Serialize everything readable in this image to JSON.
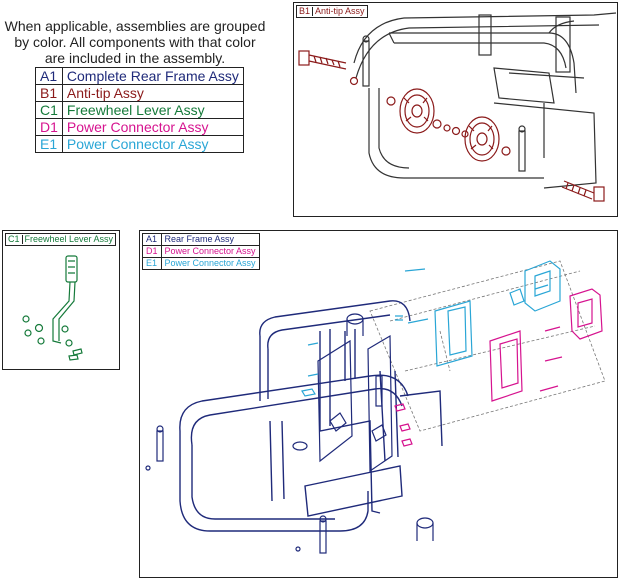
{
  "intro_lines": [
    "When applicable, assemblies are grouped",
    "by color. All components with that color",
    "are included in the assembly."
  ],
  "main_legend": [
    {
      "code": "A1",
      "label": "Complete Rear Frame Assy",
      "color": "#1f2a7a"
    },
    {
      "code": "B1",
      "label": "Anti-tip Assy",
      "color": "#8b1a1a"
    },
    {
      "code": "C1",
      "label": "Freewheel Lever Assy",
      "color": "#157a3a"
    },
    {
      "code": "D1",
      "label": "Power Connector Assy",
      "color": "#d6138f"
    },
    {
      "code": "E1",
      "label": "Power Connector Assy",
      "color": "#2aa6d6"
    }
  ],
  "panel_b": {
    "code": "B1",
    "label": "Anti-tip Assy",
    "color": "#8b1a1a"
  },
  "panel_c": {
    "code": "C1",
    "label": "Freewheel Lever Assy",
    "color": "#157a3a"
  },
  "panel_a_legend": [
    {
      "code": "A1",
      "label": "Rear Frame Assy",
      "color": "#1f2a7a"
    },
    {
      "code": "D1",
      "label": "Power Connector Assy",
      "color": "#d6138f"
    },
    {
      "code": "E1",
      "label": "Power Connector Assy",
      "color": "#2aa6d6"
    }
  ]
}
